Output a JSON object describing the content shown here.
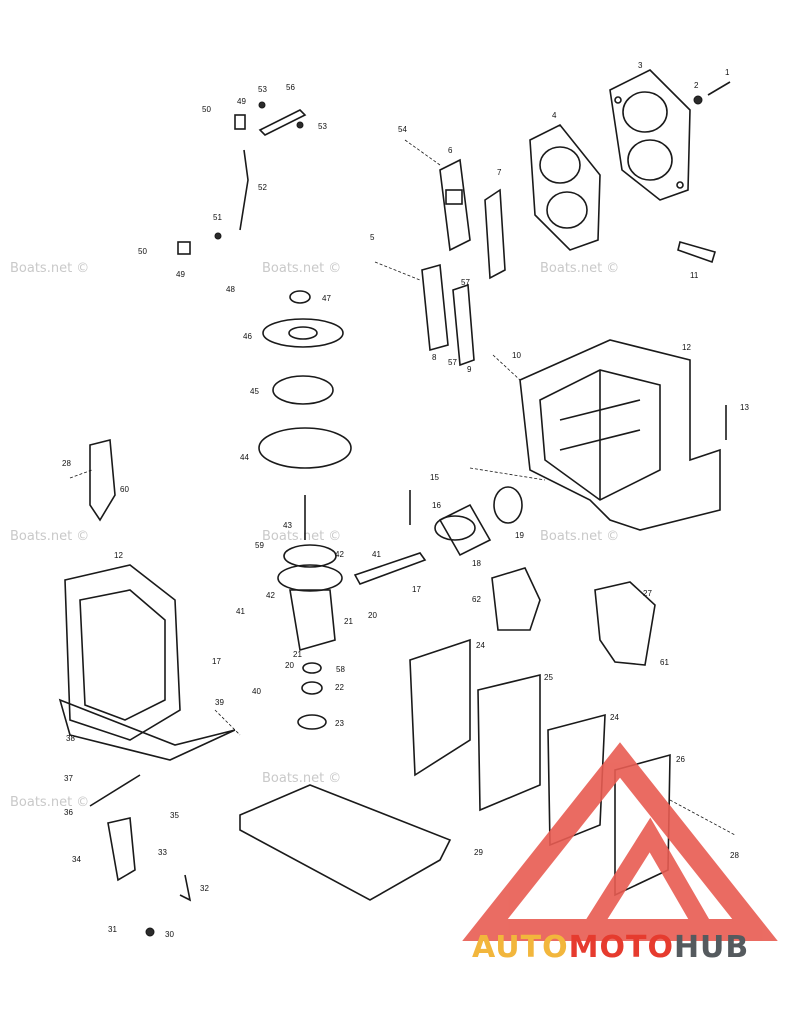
{
  "watermark": "Boats.net ©",
  "brand": {
    "word_a": "AUTO",
    "word_b": "MOTO",
    "word_c": "HUB",
    "colors": {
      "yellow": "#f2b63c",
      "red": "#e63b2e",
      "gray": "#555a5e",
      "red_triangle": "#e85c52"
    }
  },
  "callouts": {
    "c1": "1",
    "c2": "2",
    "c3": "3",
    "c4": "4",
    "c5": "5",
    "c6": "6",
    "c7": "7",
    "c8": "8",
    "c9": "9",
    "c10": "10",
    "c11": "11",
    "c12": "12",
    "c12b": "12",
    "c13": "13",
    "c15": "15",
    "c16": "16",
    "c17": "17",
    "c17b": "17",
    "c18": "18",
    "c19": "19",
    "c20": "20",
    "c20b": "20",
    "c21": "21",
    "c21b": "21",
    "c22": "22",
    "c23": "23",
    "c24": "24",
    "c24b": "24",
    "c25": "25",
    "c26": "26",
    "c27": "27",
    "c28": "28",
    "c28b": "28",
    "c29": "29",
    "c30": "30",
    "c31": "31",
    "c32": "32",
    "c33": "33",
    "c34": "34",
    "c35": "35",
    "c36": "36",
    "c37": "37",
    "c38": "38",
    "c39": "39",
    "c40": "40",
    "c41": "41",
    "c41b": "41",
    "c42": "42",
    "c42b": "42",
    "c43": "43",
    "c44": "44",
    "c45": "45",
    "c46": "46",
    "c47": "47",
    "c48": "48",
    "c49": "49",
    "c49b": "49",
    "c50": "50",
    "c50b": "50",
    "c51": "51",
    "c52": "52",
    "c53": "53",
    "c53b": "53",
    "c54": "54",
    "c56": "56",
    "c57": "57",
    "c57b": "57",
    "c58": "58",
    "c59": "59",
    "c60": "60",
    "c61": "61",
    "c62": "62"
  }
}
